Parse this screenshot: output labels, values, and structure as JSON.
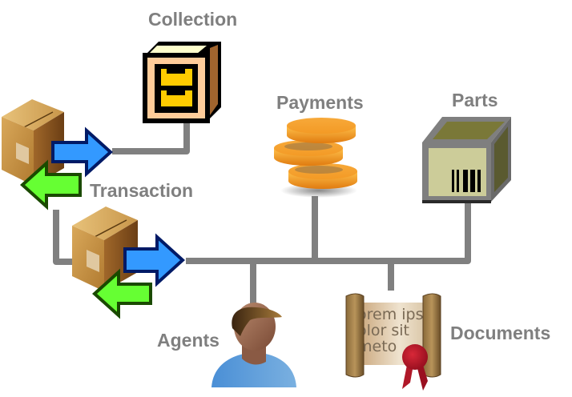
{
  "diagram": {
    "nodes": [
      {
        "id": "collection",
        "label": "Collection",
        "icon": "filing-cabinet-icon"
      },
      {
        "id": "transaction",
        "label": "Transaction",
        "icon": "package-exchange-icon"
      },
      {
        "id": "payments",
        "label": "Payments",
        "icon": "coin-stack-icon"
      },
      {
        "id": "parts",
        "label": "Parts",
        "icon": "barcode-box-icon"
      },
      {
        "id": "agents",
        "label": "Agents",
        "icon": "person-icon"
      },
      {
        "id": "documents",
        "label": "Documents",
        "icon": "scroll-icon"
      }
    ],
    "scroll_text": [
      "orem ipsu",
      "olor sit",
      "meto"
    ],
    "edges": [
      {
        "from": "transaction-upper",
        "to": "collection"
      },
      {
        "from": "transaction-upper",
        "to": "transaction-lower"
      },
      {
        "from": "transaction-lower",
        "to": "bus"
      },
      {
        "from": "bus",
        "to": "payments"
      },
      {
        "from": "bus",
        "to": "parts"
      },
      {
        "from": "bus",
        "to": "agents"
      },
      {
        "from": "bus",
        "to": "documents"
      }
    ],
    "colors": {
      "connector": "#808080",
      "label": "#7f7f7f",
      "arrow_blue": "#3399ff",
      "arrow_green": "#66ff33",
      "coin": "#f59a23",
      "cabinet_drawer": "#ffcc00"
    }
  }
}
